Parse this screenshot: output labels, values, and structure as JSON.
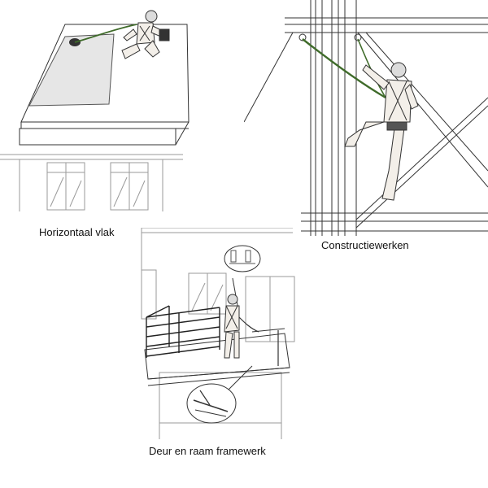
{
  "scenes": [
    {
      "id": "horizontal",
      "caption": "Horizontaal vlak"
    },
    {
      "id": "construct",
      "caption": "Constructiewerken"
    },
    {
      "id": "door",
      "caption": "Deur en raam framewerk"
    }
  ],
  "colors": {
    "line": "#333333",
    "light_line": "#9a9a9a",
    "roof_panel": "#e6e6e6",
    "lanyard_green": "#3f6b2a",
    "skin": "#f3efe9",
    "hardhat": "#dcdcdc"
  },
  "icons": [
    "worker-figure-icon",
    "anchor-device-icon",
    "detail-callout-icon"
  ]
}
